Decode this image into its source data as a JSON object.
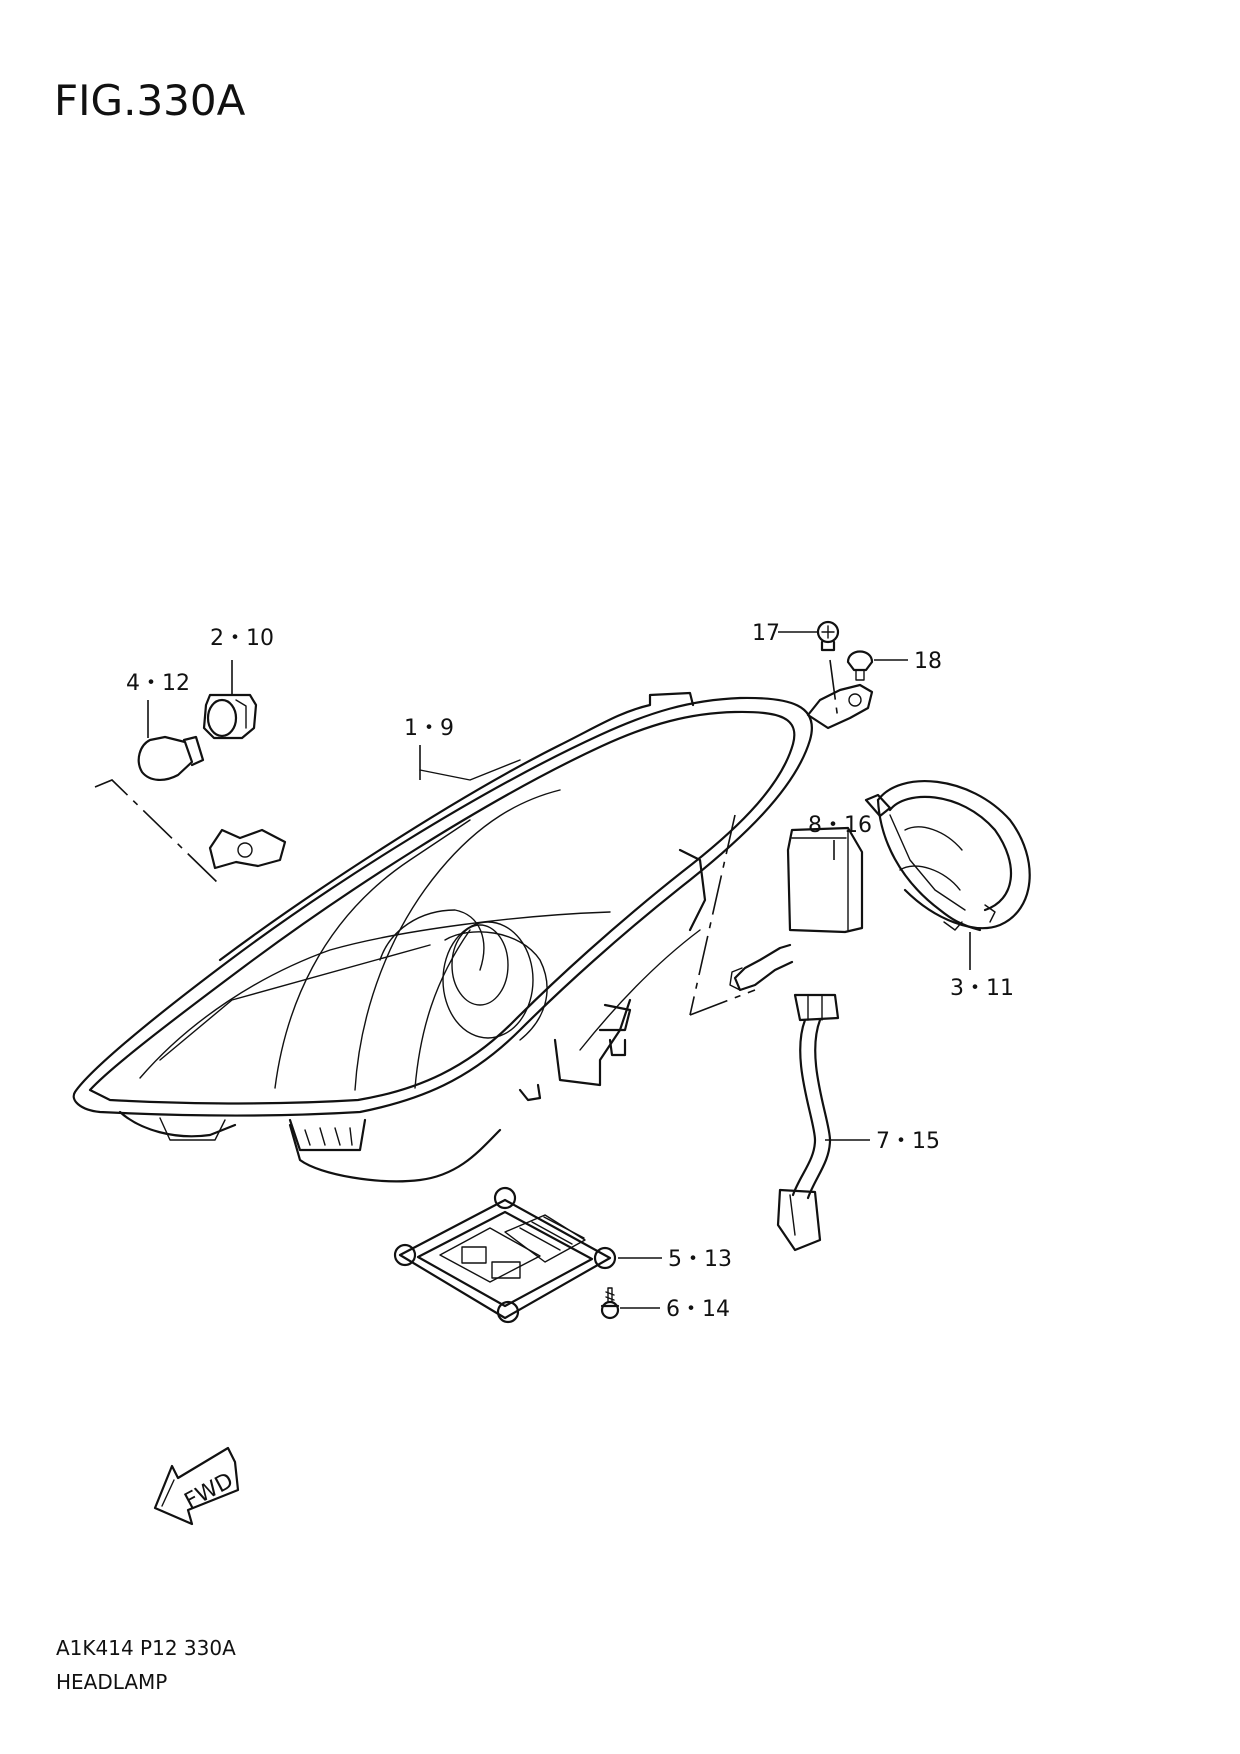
{
  "figure": {
    "title": "FIG.330A",
    "code": "A1K414 P12 330A",
    "name": "HEADLAMP"
  },
  "callouts": [
    {
      "id": "c1",
      "text": "1・9"
    },
    {
      "id": "c2",
      "text": "2・10"
    },
    {
      "id": "c3",
      "text": "3・11"
    },
    {
      "id": "c4",
      "text": "4・12"
    },
    {
      "id": "c5",
      "text": "5・13"
    },
    {
      "id": "c6",
      "text": "6・14"
    },
    {
      "id": "c7",
      "text": "7・15"
    },
    {
      "id": "c8",
      "text": "8・16"
    },
    {
      "id": "c17",
      "text": "17"
    },
    {
      "id": "c18",
      "text": "18"
    }
  ],
  "fwd_arrow": {
    "text": "FWD"
  }
}
